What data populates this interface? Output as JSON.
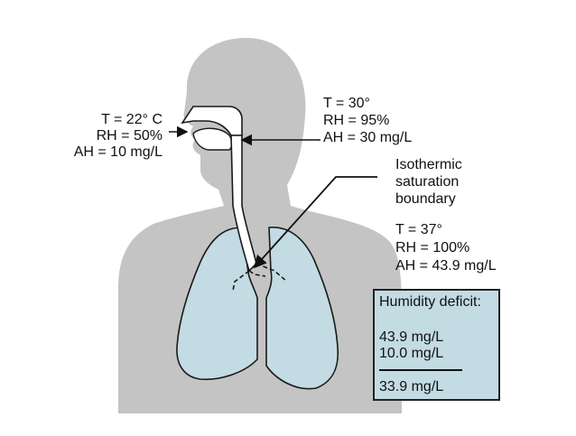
{
  "colors": {
    "body": "#c4c4c4",
    "lung": "#c3dbe3",
    "outline": "#1a1a1a",
    "airway": "#ffffff"
  },
  "inlet": {
    "t": "T = 22° C",
    "rh": "RH = 50%",
    "ah": "AH = 10 mg/L"
  },
  "pharynx": {
    "t": "T = 30°",
    "rh": "RH = 95%",
    "ah": "AH = 30 mg/L"
  },
  "boundary": {
    "line1": "Isothermic",
    "line2": "saturation",
    "line3": "boundary"
  },
  "alveolar": {
    "t": "T = 37°",
    "rh": "RH = 100%",
    "ah": "AH = 43.9 mg/L"
  },
  "deficit": {
    "title": "Humidity deficit:",
    "value1": "43.9 mg/L",
    "value2": "10.0 mg/L",
    "result": "33.9 mg/L"
  }
}
